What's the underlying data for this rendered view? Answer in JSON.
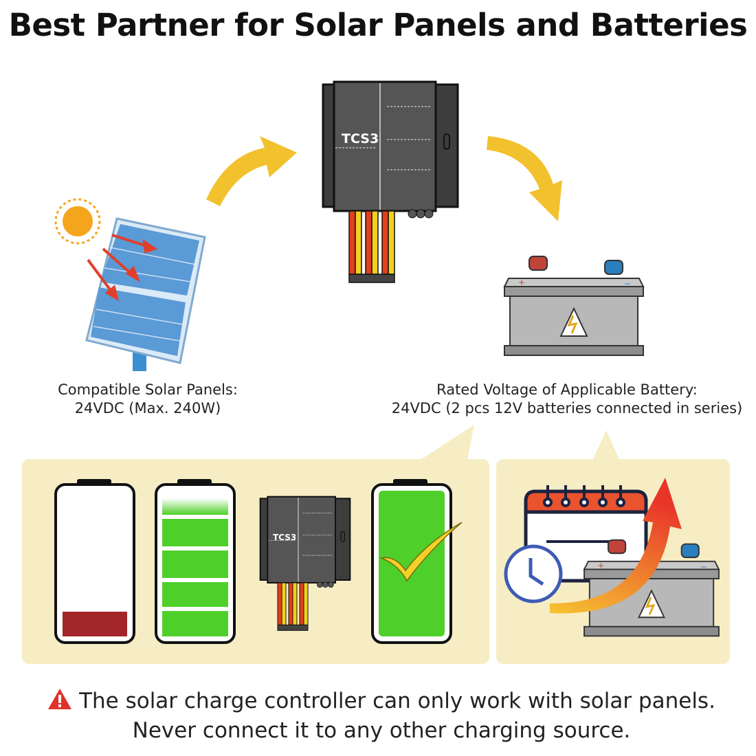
{
  "title": "Best Partner for Solar Panels and Batteries",
  "controller": {
    "model_label": "TCS3"
  },
  "solar_caption": {
    "line1": "Compatible Solar Panels:",
    "line2": "24VDC (Max. 240W)"
  },
  "battery_caption": {
    "line1": "Rated Voltage of Applicable Battery:",
    "line2": "24VDC (2 pcs 12V batteries connected in series)"
  },
  "charging_sequence": {
    "levels": [
      0.2,
      0.85,
      1.0
    ],
    "stages": [
      "empty",
      "charging",
      "controller",
      "full-checked"
    ]
  },
  "warning": {
    "icon": "warning-triangle-icon",
    "line1": "The solar charge controller can only work with solar panels.",
    "line2": "Never connect it to any other charging source."
  },
  "colors": {
    "panel_bg": "#f7edc4",
    "arrow": "#f2c12e",
    "battery_green": "#4fcf2a",
    "battery_low": "#a3272a",
    "controller": "#4a4a4a",
    "warning_red": "#e0312b"
  }
}
